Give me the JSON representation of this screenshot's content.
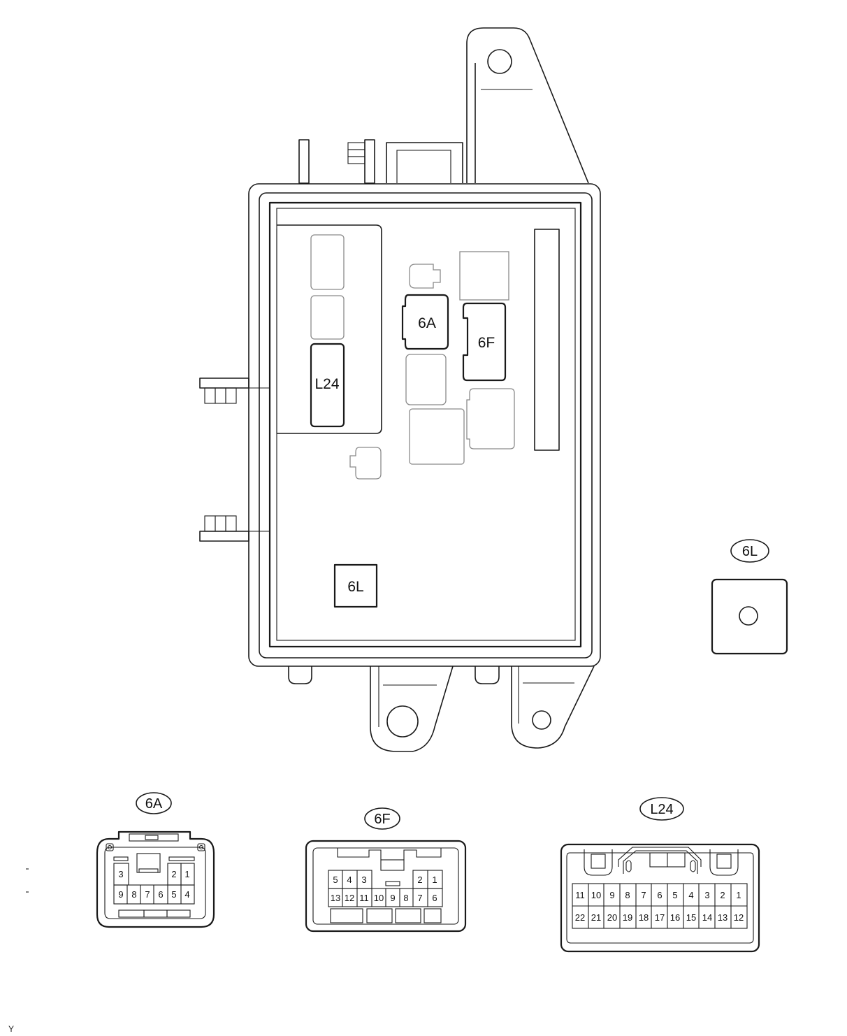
{
  "box_labels": {
    "l24": "L24",
    "c6a": "6A",
    "c6f": "6F",
    "c6l": "6L"
  },
  "callouts": {
    "c6l": "6L",
    "c6a": "6A",
    "c6f": "6F",
    "l24": "L24"
  },
  "connector_6a": {
    "row1": [
      "3",
      "2",
      "1"
    ],
    "row2": [
      "9",
      "8",
      "7",
      "6",
      "5",
      "4"
    ]
  },
  "connector_6f": {
    "row1": [
      "5",
      "4",
      "3",
      "2",
      "1"
    ],
    "row2": [
      "13",
      "12",
      "11",
      "10",
      "9",
      "8",
      "7",
      "6"
    ]
  },
  "connector_l24": {
    "row1": [
      "11",
      "10",
      "9",
      "8",
      "7",
      "6",
      "5",
      "4",
      "3",
      "2",
      "1"
    ],
    "row2": [
      "22",
      "21",
      "20",
      "19",
      "18",
      "17",
      "16",
      "15",
      "14",
      "13",
      "12"
    ]
  },
  "footer_mark": "Y"
}
